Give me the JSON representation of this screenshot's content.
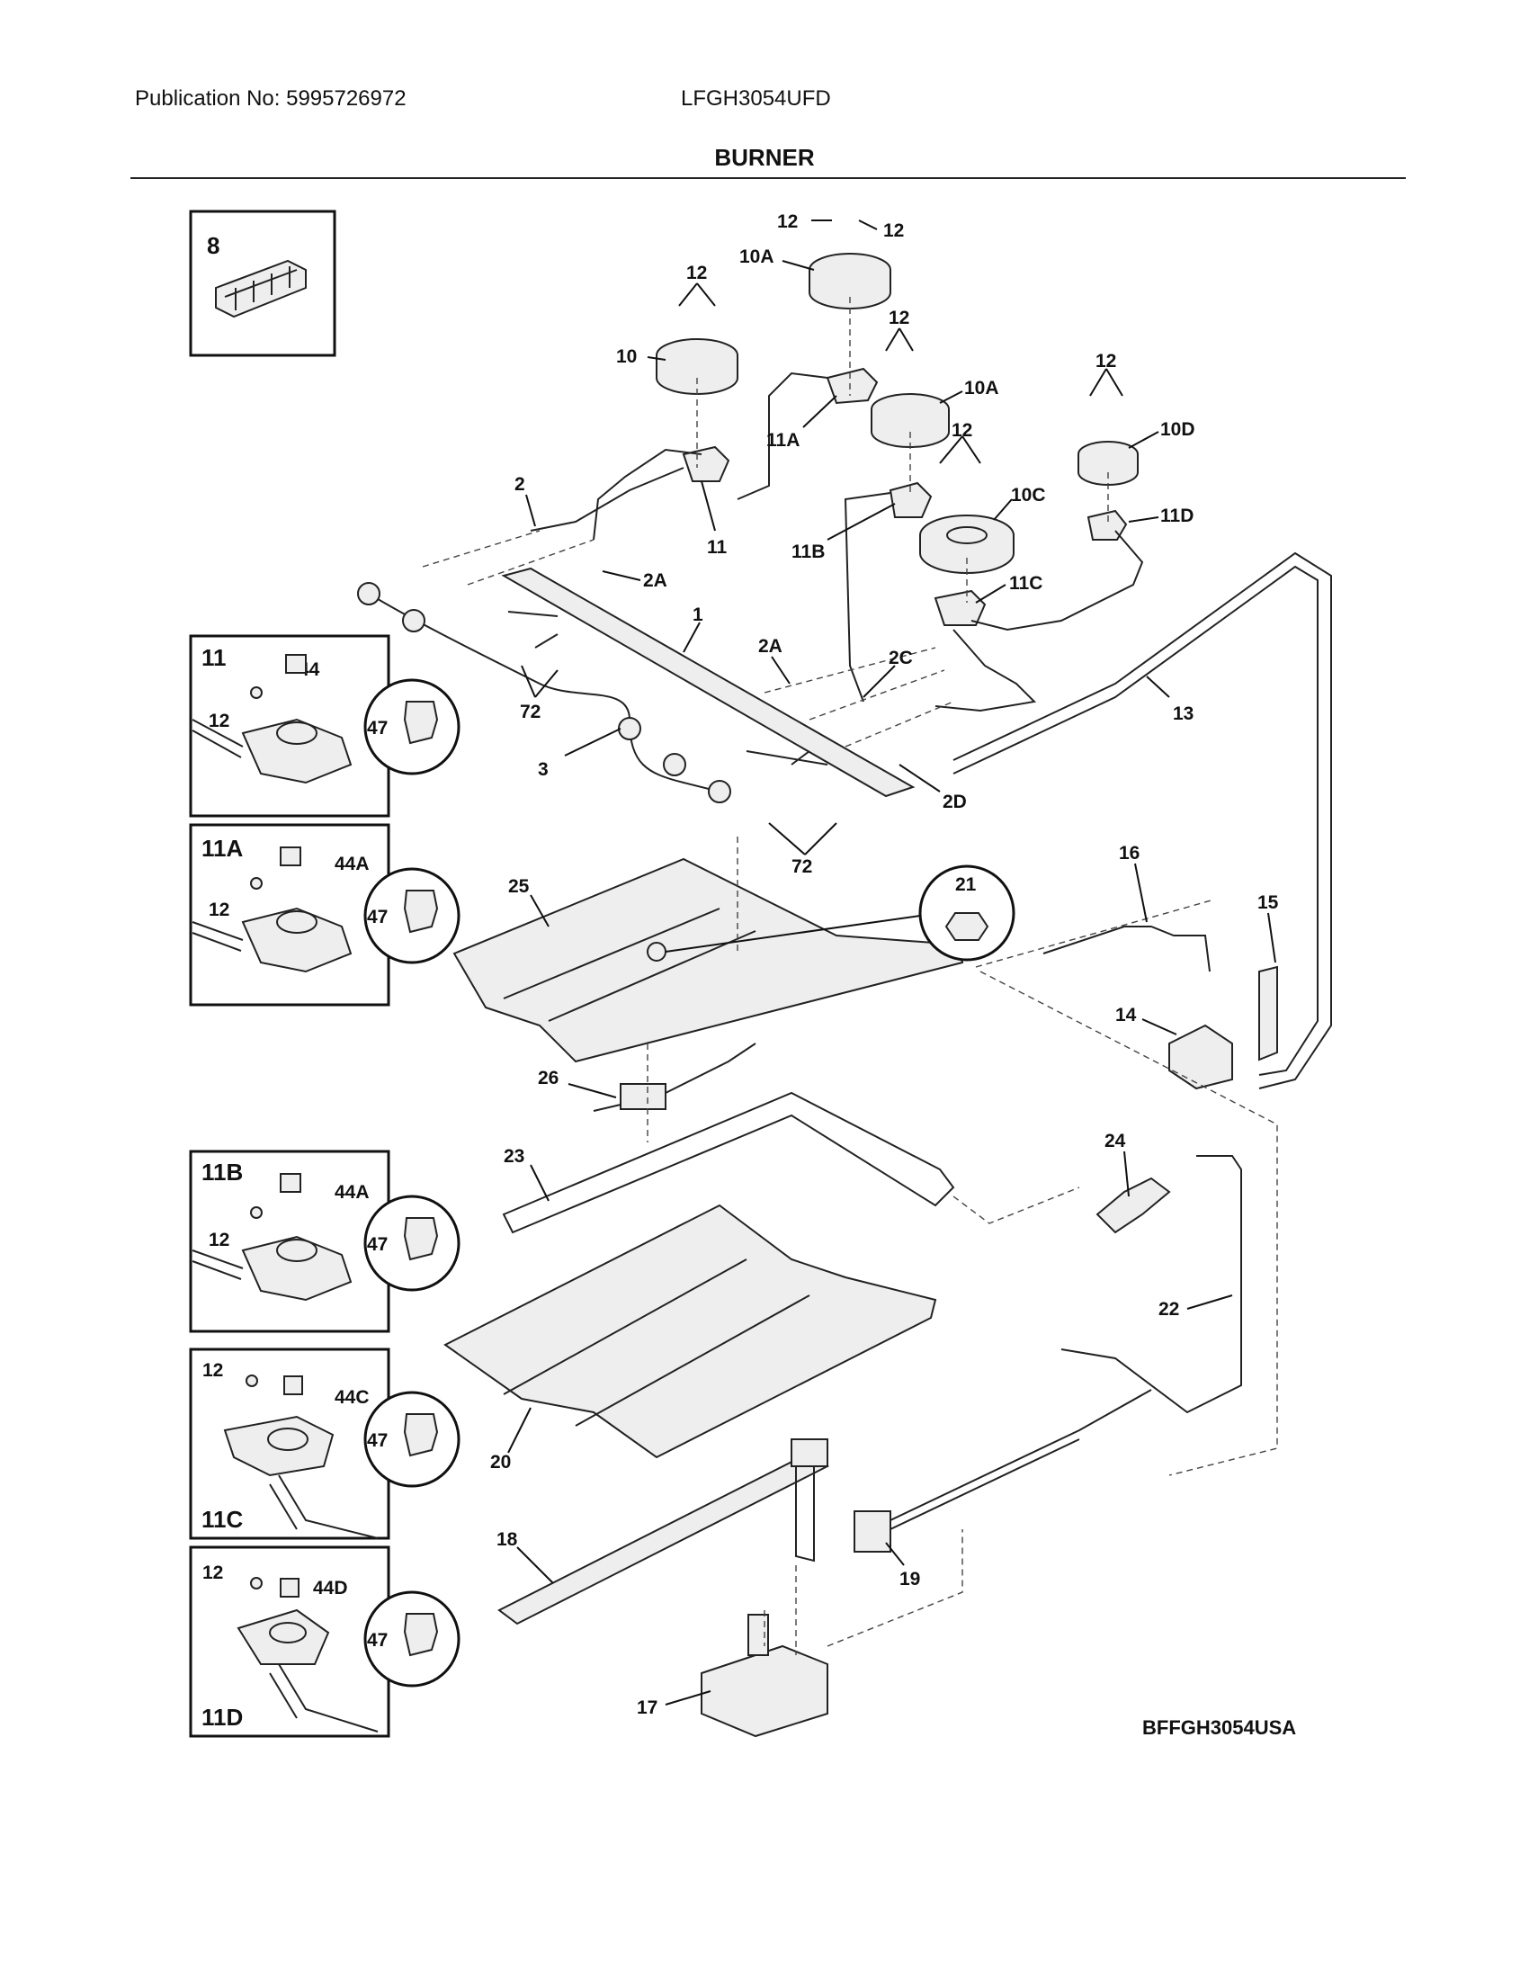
{
  "header": {
    "publication": "Publication No: 5995726972",
    "model": "LFGH3054UFD",
    "title": "BURNER"
  },
  "diagram_code": "BFFGH3054USA",
  "insets": [
    {
      "id": "8",
      "labels": [
        "8"
      ]
    },
    {
      "id": "11",
      "labels": [
        "11",
        "44",
        "12",
        "47"
      ]
    },
    {
      "id": "11A",
      "labels": [
        "11A",
        "44A",
        "12",
        "47"
      ]
    },
    {
      "id": "11B",
      "labels": [
        "11B",
        "44A",
        "12",
        "47"
      ]
    },
    {
      "id": "11C",
      "labels": [
        "12",
        "44C",
        "47",
        "11C"
      ]
    },
    {
      "id": "11D",
      "labels": [
        "12",
        "44D",
        "47",
        "11D"
      ]
    }
  ],
  "callouts": [
    "12",
    "12",
    "10A",
    "12",
    "10",
    "12",
    "10A",
    "11A",
    "12",
    "10D",
    "12",
    "2",
    "10C",
    "11",
    "11D",
    "11B",
    "11C",
    "2A",
    "1",
    "2A",
    "2C",
    "13",
    "72",
    "3",
    "2D",
    "72",
    "21",
    "16",
    "15",
    "25",
    "14",
    "26",
    "24",
    "23",
    "22",
    "20",
    "18",
    "19",
    "17"
  ]
}
